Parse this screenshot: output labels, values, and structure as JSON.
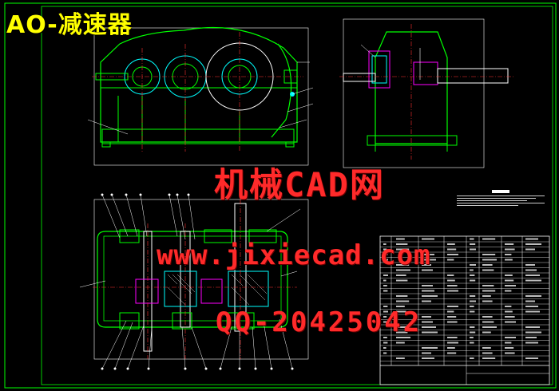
{
  "drawing": {
    "title": "AO-减速器",
    "watermark_name": "机械CAD网",
    "watermark_url": "www.jixiecad.com",
    "watermark_qq": "QQ-20425042"
  },
  "colors": {
    "background": "#000000",
    "outline": "#00ff00",
    "white_lines": "#ffffff",
    "gears": "#00ffff",
    "centerlines": "#ff3030",
    "parts": "#ff00ff",
    "title_color": "#ffff00",
    "watermark": "#ff2a2a"
  }
}
